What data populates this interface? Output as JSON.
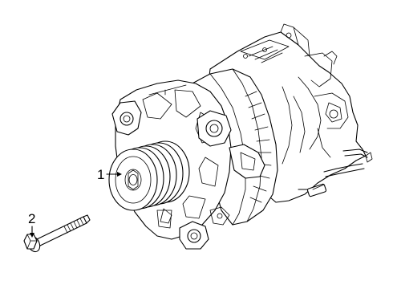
{
  "diagram": {
    "callouts": [
      {
        "id": "1",
        "label": "1",
        "part": "alternator"
      },
      {
        "id": "2",
        "label": "2",
        "part": "bolt"
      }
    ]
  }
}
